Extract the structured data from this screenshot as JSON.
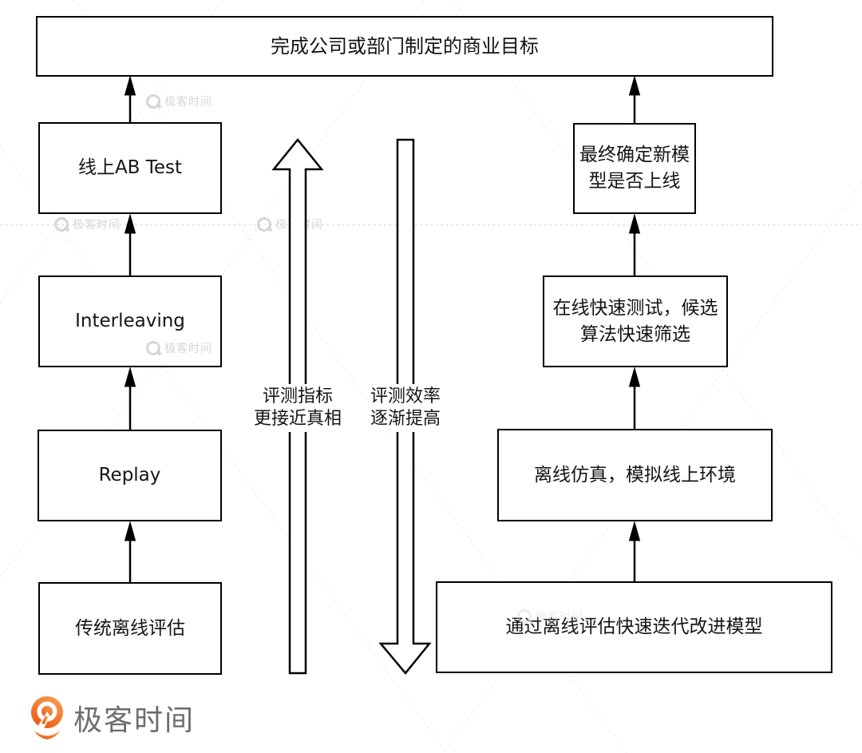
{
  "diagram": {
    "goal_box": "完成公司或部门制定的商业目标",
    "left_column": [
      "线上AB Test",
      "Interleaving",
      "Replay",
      "传统离线评估"
    ],
    "right_column": [
      "最终确定新模型是否上线",
      "在线快速测试，候选算法快速筛选",
      "离线仿真，模拟线上环境",
      "通过离线评估快速迭代改进模型"
    ],
    "up_arrow_label": [
      "评测指标",
      "更接近真相"
    ],
    "down_arrow_label": [
      "评测效率",
      "逐渐提高"
    ]
  },
  "watermark": {
    "text": "极客时间"
  },
  "logo": {
    "text": "极客时间"
  },
  "colors": {
    "box_border": "#000000",
    "watermark_gray": "#D6D6D6",
    "logo_orange_light": "#F79B52",
    "logo_orange_dark": "#E85A10",
    "logo_text_gray": "#6A6E6E"
  }
}
